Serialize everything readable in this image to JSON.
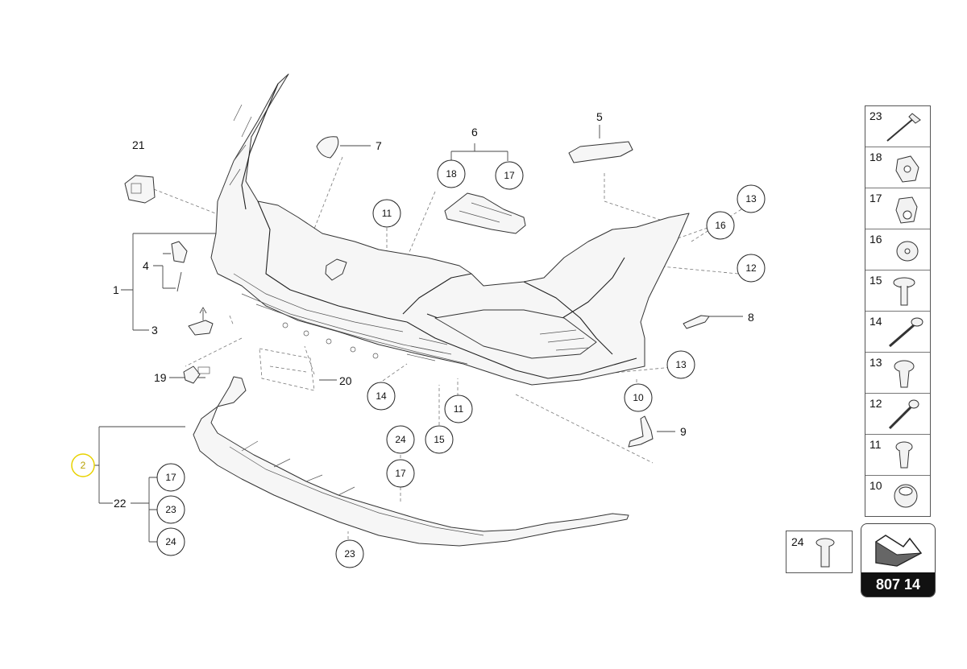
{
  "callouts": {
    "c1": "1",
    "c2": "2",
    "c3": "3",
    "c4": "4",
    "c5": "5",
    "c6": "6",
    "c7": "7",
    "c8": "8",
    "c9": "9",
    "c19": "19",
    "c20": "20",
    "c21": "21",
    "c22": "22",
    "circ_18": "18",
    "circ_17a": "17",
    "circ_11a": "11",
    "circ_13a": "13",
    "circ_16": "16",
    "circ_12": "12",
    "circ_13b": "13",
    "circ_10": "10",
    "circ_11b": "11",
    "circ_14": "14",
    "circ_15": "15",
    "circ_24a": "24",
    "circ_17b": "17",
    "circ_23a": "23",
    "circ_2": "2",
    "circ_17c": "17",
    "circ_23b": "23",
    "circ_24b": "24"
  },
  "selected_item": "2",
  "parts_sidebar": [
    {
      "num": "23",
      "icon": "rivet-icon"
    },
    {
      "num": "18",
      "icon": "clip-nut-icon"
    },
    {
      "num": "17",
      "icon": "speed-nut-icon"
    },
    {
      "num": "16",
      "icon": "washer-icon"
    },
    {
      "num": "15",
      "icon": "expanding-rivet-icon"
    },
    {
      "num": "14",
      "icon": "long-screw-icon"
    },
    {
      "num": "13",
      "icon": "push-clip-icon"
    },
    {
      "num": "12",
      "icon": "torx-screw-icon"
    },
    {
      "num": "11",
      "icon": "clip-icon"
    },
    {
      "num": "10",
      "icon": "grommet-icon"
    }
  ],
  "extra_part": {
    "num": "24",
    "icon": "flat-screw-icon"
  },
  "nav_panel": {
    "code": "807 14",
    "icon": "arrow-icon"
  }
}
